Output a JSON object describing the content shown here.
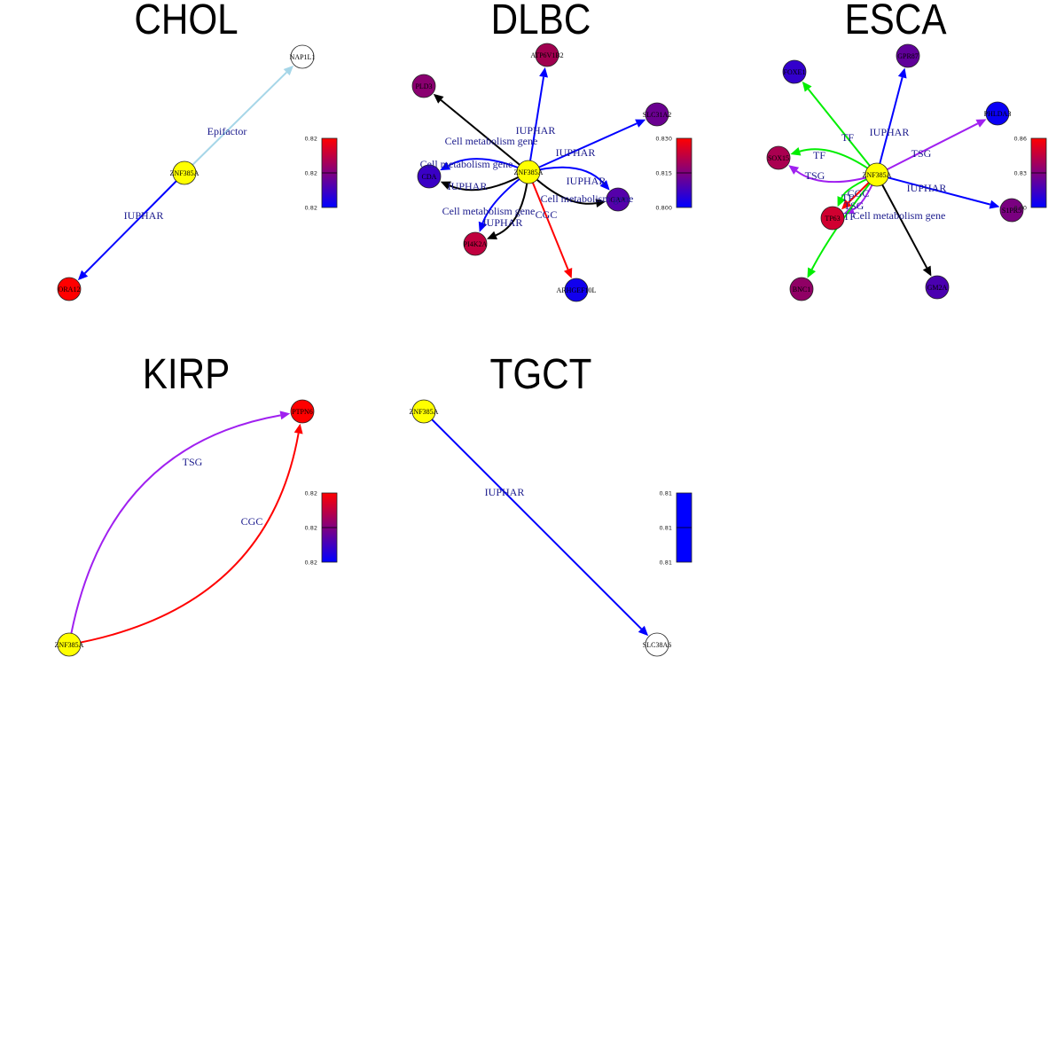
{
  "figure": {
    "description": "ZNF385A interaction networks across cancer types",
    "edge_colors": {
      "IUPHAR": "#0000ff",
      "Epifactor": "#a6d6e8",
      "Cell metabolism gene": "#000000",
      "CGC": "#ff0000",
      "TF": "#00ee00",
      "TSG": "#a020f0"
    },
    "hub_color": "#ffff00",
    "colorbar_low": "#0000ff",
    "colorbar_mid": "#800080",
    "colorbar_high": "#ff0000"
  },
  "panels": [
    {
      "title": "CHOL",
      "hub": "ZNF385A",
      "colorbar": {
        "ticks": [
          "0.82",
          "0.82",
          "0.82"
        ]
      },
      "nodes": [
        {
          "id": "ZNF385A",
          "color": "#ffff00"
        },
        {
          "id": "NAP1L1",
          "color": "#ffffff"
        },
        {
          "id": "ORA12",
          "color": "#ff0000"
        }
      ],
      "edges": [
        {
          "from": "ZNF385A",
          "to": "NAP1L1",
          "label": "Epifactor"
        },
        {
          "from": "ZNF385A",
          "to": "ORA12",
          "label": "IUPHAR"
        }
      ]
    },
    {
      "title": "DLBC",
      "hub": "ZNF385A",
      "colorbar": {
        "ticks": [
          "0.830",
          "0.815",
          "0.800"
        ]
      },
      "nodes": [
        {
          "id": "ZNF385A",
          "color": "#ffff00"
        },
        {
          "id": "ATP6V1B2",
          "color": "#a0004f"
        },
        {
          "id": "PLD3",
          "color": "#8a0070"
        },
        {
          "id": "SLC31A2",
          "color": "#6a0090"
        },
        {
          "id": "CDA",
          "color": "#3a00c5"
        },
        {
          "id": "GAA",
          "color": "#5500aa"
        },
        {
          "id": "PI4K2A",
          "color": "#c0003f"
        },
        {
          "id": "ARHGEF10L",
          "color": "#1100ee"
        }
      ],
      "edges": [
        {
          "from": "ZNF385A",
          "to": "ATP6V1B2",
          "label": "IUPHAR"
        },
        {
          "from": "ZNF385A",
          "to": "PLD3",
          "label": "Cell metabolism gene"
        },
        {
          "from": "ZNF385A",
          "to": "SLC31A2",
          "label": "IUPHAR"
        },
        {
          "from": "ZNF385A",
          "to": "CDA",
          "label": "Cell metabolism gene"
        },
        {
          "from": "ZNF385A",
          "to": "CDA",
          "label": "IUPHAR"
        },
        {
          "from": "ZNF385A",
          "to": "GAA",
          "label": "IUPHAR"
        },
        {
          "from": "ZNF385A",
          "to": "GAA",
          "label": "Cell metabolism gene"
        },
        {
          "from": "ZNF385A",
          "to": "PI4K2A",
          "label": "Cell metabolism gene"
        },
        {
          "from": "ZNF385A",
          "to": "PI4K2A",
          "label": "IUPHAR"
        },
        {
          "from": "ZNF385A",
          "to": "ARHGEF10L",
          "label": "CGC"
        }
      ]
    },
    {
      "title": "ESCA",
      "hub": "ZNF385A",
      "colorbar": {
        "ticks": [
          "0.86",
          "0.83",
          "0.80"
        ]
      },
      "nodes": [
        {
          "id": "ZNF385A",
          "color": "#ffff00"
        },
        {
          "id": "FOXE1",
          "color": "#3300cc"
        },
        {
          "id": "GPR87",
          "color": "#600099"
        },
        {
          "id": "PHLDA3",
          "color": "#0a00f5"
        },
        {
          "id": "SOX15",
          "color": "#aa0050"
        },
        {
          "id": "S1PR5",
          "color": "#7a0080"
        },
        {
          "id": "TP63",
          "color": "#d00030"
        },
        {
          "id": "BNC1",
          "color": "#900065"
        },
        {
          "id": "GM2A",
          "color": "#4a00b0"
        }
      ],
      "edges": [
        {
          "from": "ZNF385A",
          "to": "FOXE1",
          "label": "TF"
        },
        {
          "from": "ZNF385A",
          "to": "GPR87",
          "label": "IUPHAR"
        },
        {
          "from": "ZNF385A",
          "to": "PHLDA3",
          "label": "TSG"
        },
        {
          "from": "ZNF385A",
          "to": "SOX15",
          "label": "TF"
        },
        {
          "from": "ZNF385A",
          "to": "SOX15",
          "label": "TSG"
        },
        {
          "from": "ZNF385A",
          "to": "S1PR5",
          "label": "IUPHAR"
        },
        {
          "from": "ZNF385A",
          "to": "TP63",
          "label": "TF"
        },
        {
          "from": "ZNF385A",
          "to": "TP63",
          "label": "CGC"
        },
        {
          "from": "ZNF385A",
          "to": "TP63",
          "label": "TSG"
        },
        {
          "from": "ZNF385A",
          "to": "BNC1",
          "label": "TF"
        },
        {
          "from": "ZNF385A",
          "to": "GM2A",
          "label": "Cell metabolism gene"
        }
      ]
    },
    {
      "title": "KIRP",
      "hub": "ZNF385A",
      "colorbar": {
        "ticks": [
          "0.82",
          "0.82",
          "0.82"
        ]
      },
      "nodes": [
        {
          "id": "ZNF385A",
          "color": "#ffff00"
        },
        {
          "id": "PTPN6",
          "color": "#ff0000"
        }
      ],
      "edges": [
        {
          "from": "ZNF385A",
          "to": "PTPN6",
          "label": "TSG"
        },
        {
          "from": "ZNF385A",
          "to": "PTPN6",
          "label": "CGC"
        }
      ]
    },
    {
      "title": "TGCT",
      "hub": "ZNF385A",
      "colorbar": {
        "ticks": [
          "0.81",
          "0.81",
          "0.81"
        ]
      },
      "nodes": [
        {
          "id": "ZNF385A",
          "color": "#ffff00"
        },
        {
          "id": "SLC38A6",
          "color": "#ffffff"
        }
      ],
      "edges": [
        {
          "from": "ZNF385A",
          "to": "SLC38A6",
          "label": "IUPHAR"
        }
      ]
    }
  ]
}
